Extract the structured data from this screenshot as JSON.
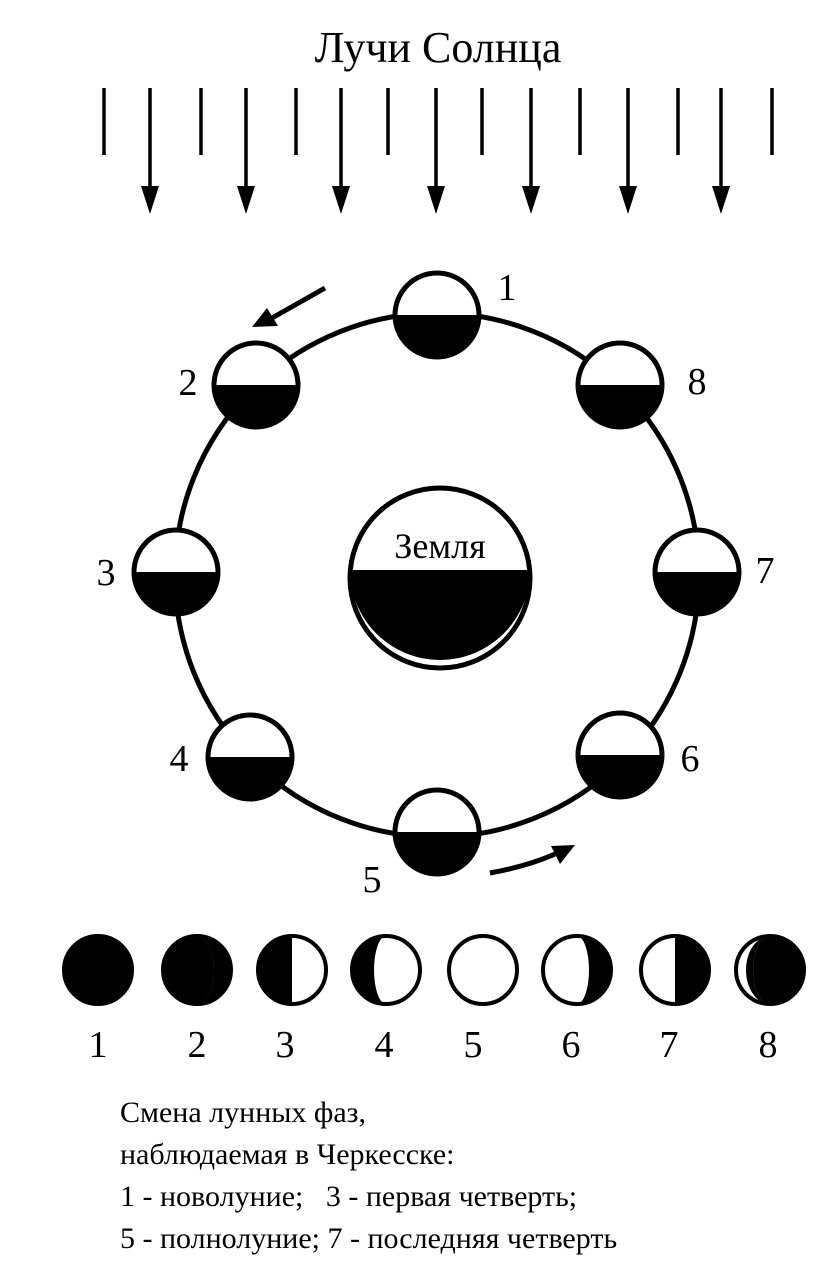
{
  "title": "Лучи Солнца",
  "earth_label": "Земля",
  "orbit_labels": [
    "1",
    "2",
    "3",
    "4",
    "5",
    "6",
    "7",
    "8"
  ],
  "phase_labels": [
    "1",
    "2",
    "3",
    "4",
    "5",
    "6",
    "7",
    "8"
  ],
  "caption": {
    "line1": "Смена лунных фаз,",
    "line2": "наблюдаемая в Черкесске:",
    "line3": "1 - новолуние;   3 - первая четверть;",
    "line4": "5 - полнолуние; 7 - последняя четверть"
  }
}
